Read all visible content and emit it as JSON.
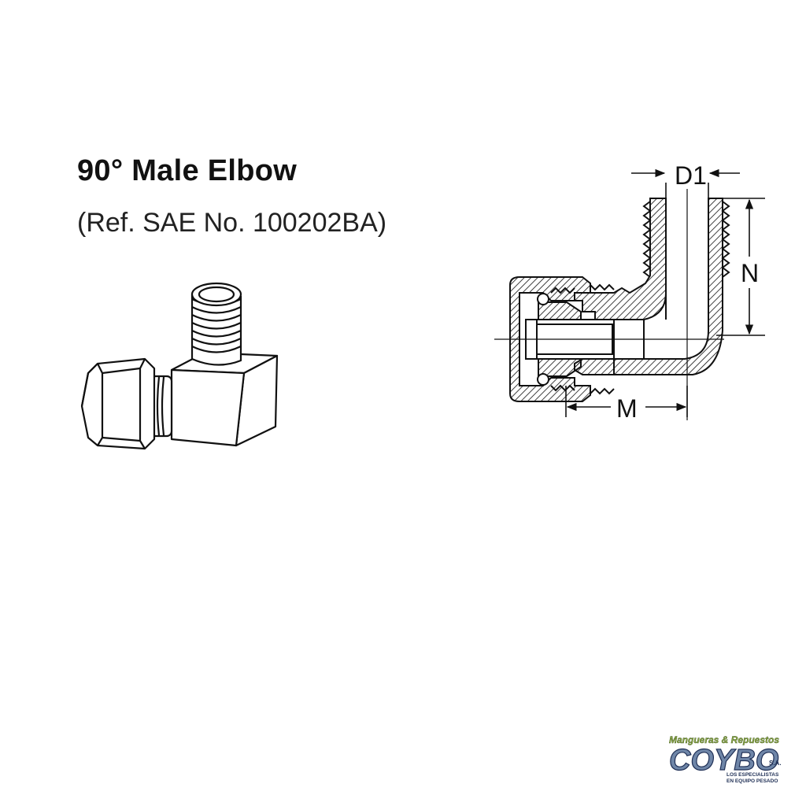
{
  "title": "90° Male Elbow",
  "subtitle": "(Ref. SAE No. 100202BA)",
  "dimensions": {
    "d1": "D1",
    "n": "N",
    "m": "M"
  },
  "logo": {
    "top_text": "Mangueras & Repuestos",
    "brand": "COYBO",
    "suffix": "S.A.",
    "tagline_1": "LOS ESPECIALISTAS",
    "tagline_2": "EN EQUIPO PESADO"
  },
  "colors": {
    "line": "#111111",
    "logo_green": "#8fa848",
    "logo_blue": "#6f86a8",
    "logo_navy": "#1f2f55"
  }
}
